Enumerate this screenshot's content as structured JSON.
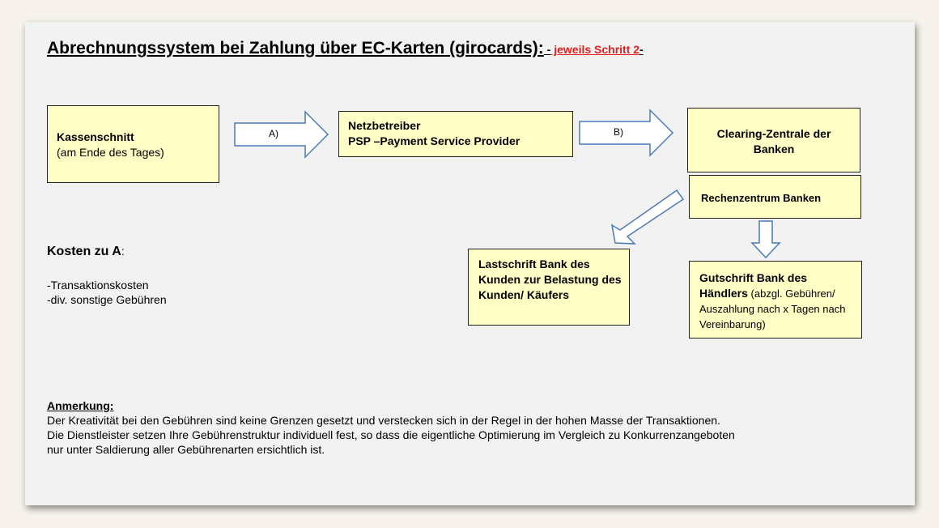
{
  "title": {
    "main": "Abrechnungssystem bei Zahlung über EC-Karten (girocards):",
    "dash_open": " -",
    "highlight": " jeweils Schritt 2",
    "dash_close": "-",
    "highlight_color": "#e02020"
  },
  "boxes": {
    "kassenschnitt": {
      "line1": "Kassenschnitt",
      "line2": "(am Ende des Tages)"
    },
    "netzbetreiber": {
      "line1": "Netzbetreiber",
      "line2": "PSP –Payment Service Provider"
    },
    "clearing": {
      "line1": "Clearing-Zentrale der",
      "line2": "Banken"
    },
    "rechenzentrum": {
      "line1": "Rechenzentrum Banken"
    },
    "lastschrift": {
      "text": "Lastschrift Bank des Kunden zur Belastung des Kunden/ Käufers"
    },
    "gutschrift": {
      "bold": "Gutschrift Bank des Händlers",
      "normal": " (abzgl. Gebühren/ Auszahlung nach x Tagen nach Vereinbarung)"
    }
  },
  "arrows": {
    "a_label": "A)",
    "b_label": "B)"
  },
  "kosten": {
    "title": "Kosten zu A",
    "colon": ":",
    "items": [
      "-Transaktionskosten",
      "-div. sonstige Gebühren"
    ]
  },
  "note": {
    "heading": "Anmerkung:",
    "lines": [
      "Der Kreativität bei den Gebühren sind keine Grenzen gesetzt und verstecken sich in der Regel in der hohen Masse der Transaktionen.",
      "Die Dienstleister setzen Ihre Gebührenstruktur individuell fest, so dass die eigentliche Optimierung im Vergleich zu Konkurrenzangeboten",
      "nur unter Saldierung aller Gebührenarten ersichtlich ist."
    ]
  },
  "colors": {
    "box_fill": "#ffffc6",
    "arrow_stroke": "#4a7ab8",
    "slide_bg": "#f2f2f2"
  }
}
